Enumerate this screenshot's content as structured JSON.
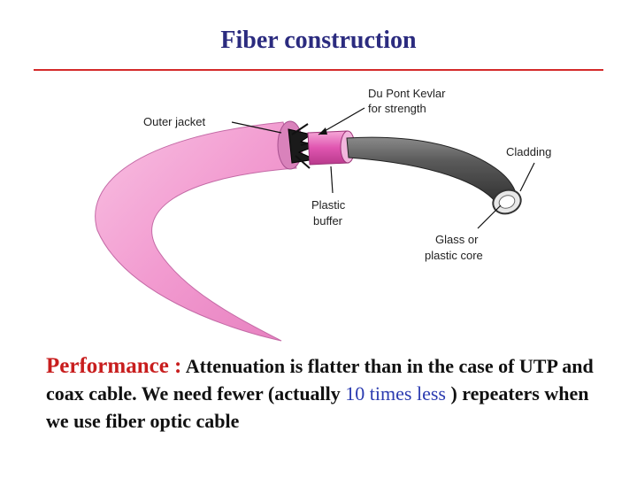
{
  "slide": {
    "title": "Fiber construction"
  },
  "diagram": {
    "labels": {
      "outer_jacket": "Outer jacket",
      "kevlar_line1": "Du Pont Kevlar",
      "kevlar_line2": "for strength",
      "cladding": "Cladding",
      "plastic_buffer_line1": "Plastic",
      "plastic_buffer_line2": "buffer",
      "core_line1": "Glass or",
      "core_line2": "plastic core"
    },
    "colors": {
      "jacket": "#f5a3d4",
      "buffer": "#e85ab8",
      "cladding": "#4a4a4a",
      "kevlar": "#1a1a1a"
    }
  },
  "performance": {
    "heading": "Performance :",
    "text_part1": "Attenuation is flatter than in the case of UTP and coax cable. We need fewer (actually",
    "highlight": "10 times less",
    "text_part2": ") repeaters when we use fiber optic cable"
  },
  "colors": {
    "title": "#2b2b7f",
    "rule": "#d42a2a",
    "heading": "#c81e1e",
    "highlight": "#2b3bb0"
  }
}
